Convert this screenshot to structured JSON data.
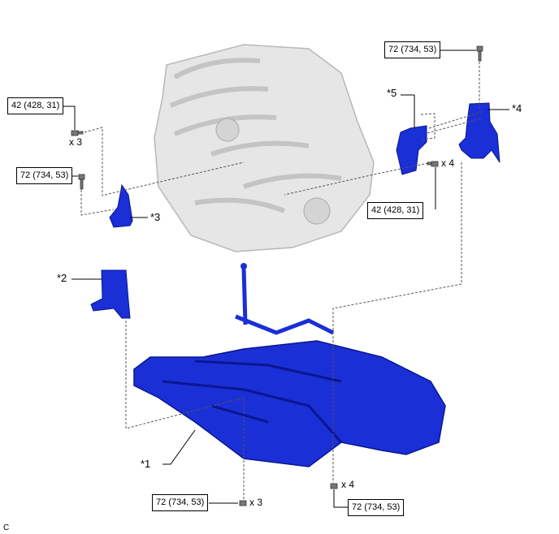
{
  "diagram": {
    "figure_code": "C",
    "colors": {
      "part": "#1a2fd6",
      "part_dark": "#0a1690",
      "engine": "#e6e6e6",
      "engine_edge": "#b8b8b8"
    },
    "torque_labels": {
      "top_right": "72 (734, 53)",
      "left_upper": "42 (428, 31)",
      "left_lower": "72 (734, 53)",
      "right_middle": "42 (428, 31)",
      "bottom_center": "72 (734, 53)",
      "bottom_right": "72 (734, 53)"
    },
    "quantities": {
      "left_upper": "x 3",
      "right_middle": "x 4",
      "bottom_center": "x 3",
      "bottom_right": "x 4"
    },
    "part_callouts": {
      "p1": "*1",
      "p2": "*2",
      "p3": "*3",
      "p4": "*4",
      "p5": "*5"
    }
  }
}
